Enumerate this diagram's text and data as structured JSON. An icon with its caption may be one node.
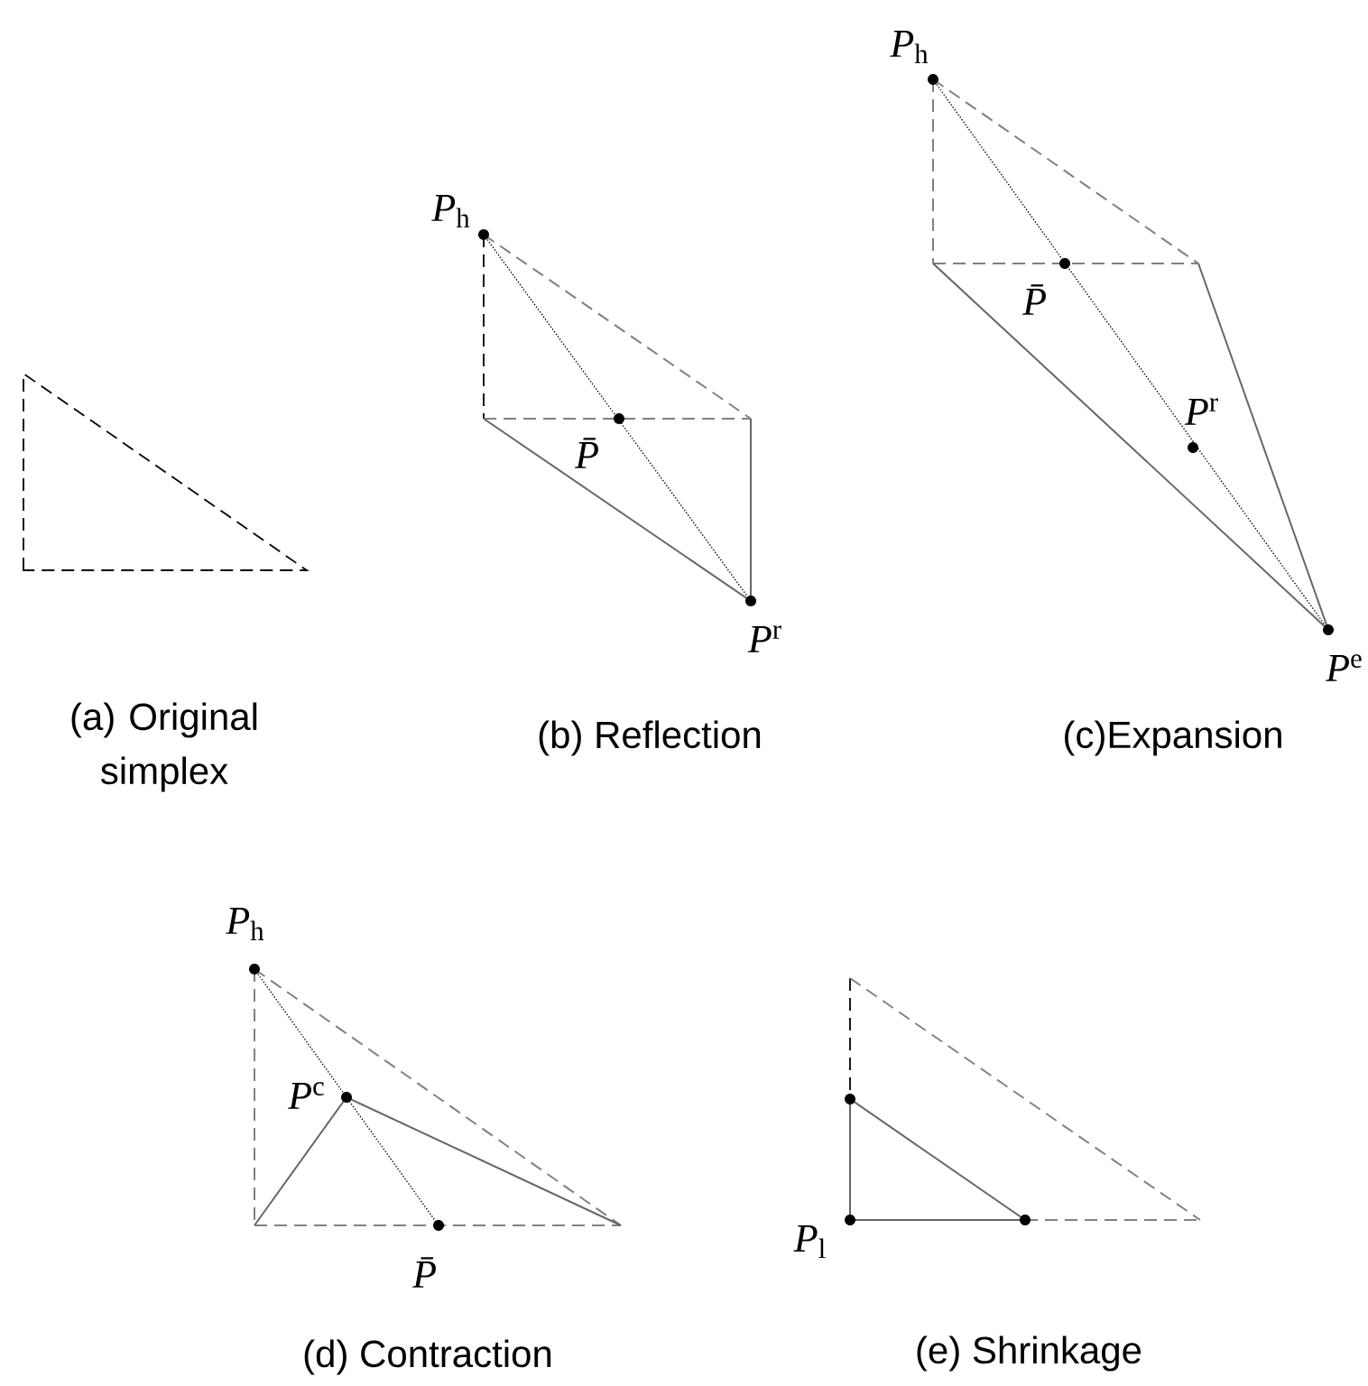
{
  "diagram": {
    "labels": [
      "(a) Original simplex",
      "*P*$_{h}$",
      "*P̄*",
      "*P*$^{r}$",
      "(b) Reflection",
      "*P*$_{h}$",
      "*P̄*",
      "*P*$^{r}$",
      "*P*$^{e}$",
      "(c)Expansion",
      "*P*$_{h}$",
      "*P*$^{c}$",
      "*P̄*",
      "(d) Contraction",
      "*P*$_{l}$",
      "(e) Shrinkage"
    ]
  }
}
